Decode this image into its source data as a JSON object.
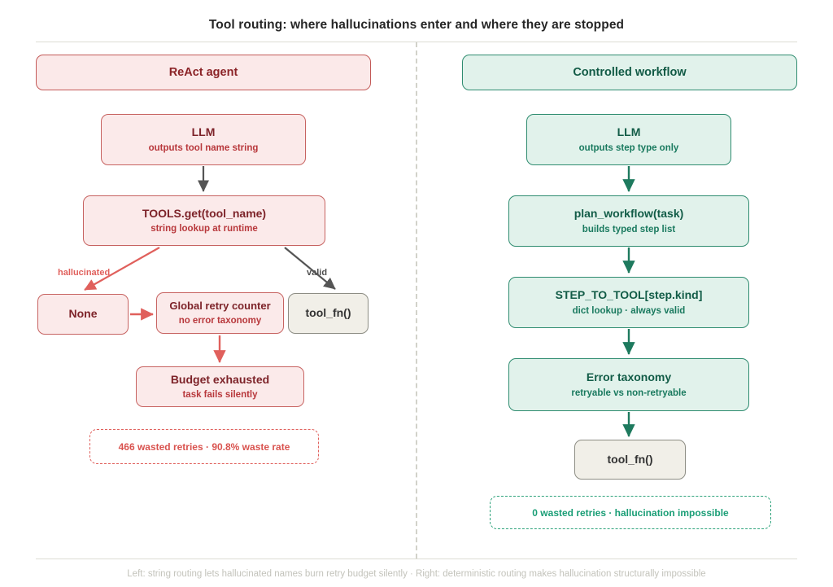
{
  "title": "Tool routing: where hallucinations enter and where they are stopped",
  "footer": "Left: string routing lets hallucinated names burn retry budget silently · Right: deterministic routing makes hallucination structurally impossible",
  "colors": {
    "react_accent": "#c35a58",
    "react_fill": "#fbeaea",
    "react_text": "#7d2329",
    "controlled_accent": "#2f8c70",
    "controlled_fill": "#e1f2eb",
    "controlled_text": "#125c47",
    "neutral_fill": "#f1efe8",
    "neutral_border": "#8d8d84",
    "stat_red": "#d9534f",
    "stat_green": "#1a9e76",
    "divider": "#d2d2ca"
  },
  "left": {
    "header": "ReAct agent",
    "nodes": {
      "llm": {
        "title": "LLM",
        "sub": "outputs tool name string"
      },
      "tools_get": {
        "title": "TOOLS.get(tool_name)",
        "sub": "string lookup at runtime"
      },
      "none": {
        "title": "None"
      },
      "retry": {
        "title": "Global retry counter",
        "sub": "no error taxonomy"
      },
      "tool_fn": {
        "title": "tool_fn()"
      },
      "budget": {
        "title": "Budget exhausted",
        "sub": "task fails silently"
      }
    },
    "edge_labels": {
      "hallucinated": "hallucinated",
      "valid": "valid"
    },
    "stat": "466 wasted retries · 90.8% waste rate"
  },
  "right": {
    "header": "Controlled workflow",
    "nodes": {
      "llm": {
        "title": "LLM",
        "sub": "outputs step type only"
      },
      "plan": {
        "title": "plan_workflow(task)",
        "sub": "builds typed step list"
      },
      "map": {
        "title": "STEP_TO_TOOL[step.kind]",
        "sub": "dict lookup · always valid"
      },
      "taxonomy": {
        "title": "Error taxonomy",
        "sub": "retryable vs non-retryable"
      },
      "tool_fn": {
        "title": "tool_fn()"
      }
    },
    "stat": "0 wasted retries · hallucination impossible"
  },
  "diagram_data": {
    "type": "flowchart",
    "panels": 2,
    "left_edges": [
      {
        "from": "llm",
        "to": "tools_get",
        "label": "",
        "color": "#555555"
      },
      {
        "from": "tools_get",
        "to": "none",
        "label": "hallucinated",
        "color": "#e0605c"
      },
      {
        "from": "tools_get",
        "to": "tool_fn",
        "label": "valid",
        "color": "#555555"
      },
      {
        "from": "none",
        "to": "retry",
        "label": "",
        "color": "#e0605c"
      },
      {
        "from": "retry",
        "to": "budget",
        "label": "",
        "color": "#e0605c"
      }
    ],
    "right_edges": [
      {
        "from": "llm",
        "to": "plan",
        "label": "",
        "color": "#1e7a5e"
      },
      {
        "from": "plan",
        "to": "map",
        "label": "",
        "color": "#1e7a5e"
      },
      {
        "from": "map",
        "to": "taxonomy",
        "label": "",
        "color": "#1e7a5e"
      },
      {
        "from": "taxonomy",
        "to": "tool_fn",
        "label": "",
        "color": "#1e7a5e"
      }
    ]
  }
}
